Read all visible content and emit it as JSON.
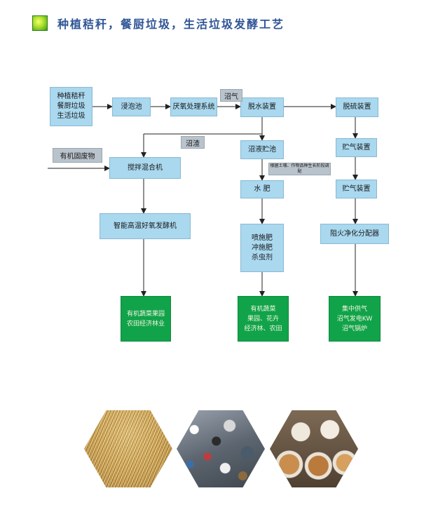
{
  "header": {
    "title": "种植秸秆，餐厨垃圾，生活垃圾发酵工艺"
  },
  "nodes": {
    "source": "种植秸秆\n餐厨垃圾\n生活垃圾",
    "soak": "浸泡池",
    "anaerobic": "厌氧处理系统",
    "dewater": "脱水装置",
    "desulfur": "脱硫装置",
    "liquid_tank": "沼液贮池",
    "gas_store_1": "贮气装置",
    "gas_store_2": "贮气装置",
    "mixer": "搅拌混合机",
    "water_fertilizer": "水  肥",
    "fermenter": "智能高温好氧发酵机",
    "flame_arrester": "阻火净化分配器",
    "spray": "喷施肥\n冲施肥\n杀虫剂"
  },
  "labels": {
    "biogas": "沼气",
    "residue": "沼渣",
    "organic_waste": "有机固废物",
    "note": "根据土壤、作物品种生长阶段调配"
  },
  "outputs": {
    "out_left": "有机蔬菜果园\n农田经济林业",
    "out_mid": "有机蔬菜\n果园、花卉\n经济林、农田",
    "out_right": "集中供气\n沼气发电KW\n沼气锅炉"
  },
  "images": [
    "straw-pile-image",
    "household-garbage-image",
    "kitchen-waste-image"
  ],
  "colors": {
    "process_box": "#a9d8ef",
    "label_box": "#b9c3cc",
    "output_box": "#11a34a",
    "title": "#2f5596"
  }
}
